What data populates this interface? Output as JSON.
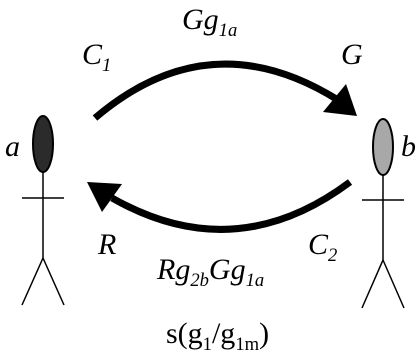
{
  "labels": {
    "top_arrow": {
      "main": "Gg",
      "sub": "1a"
    },
    "c1": {
      "main": "C",
      "sub": "1"
    },
    "g_right": "G",
    "a": "a",
    "b": "b",
    "r": "R",
    "c2": {
      "main": "C",
      "sub": "2"
    },
    "bottom_arrow": [
      {
        "main": "Rg",
        "sub": "2b"
      },
      {
        "main": "Gg",
        "sub": "1a"
      }
    ],
    "formula": {
      "prefix": "s(g",
      "sub1": "1",
      "mid": "/g",
      "sub2": "1m",
      "suffix": ")"
    }
  },
  "colors": {
    "head_a": "#2b2b2b",
    "head_b": "#a8a8a8",
    "ink": "#000000"
  }
}
